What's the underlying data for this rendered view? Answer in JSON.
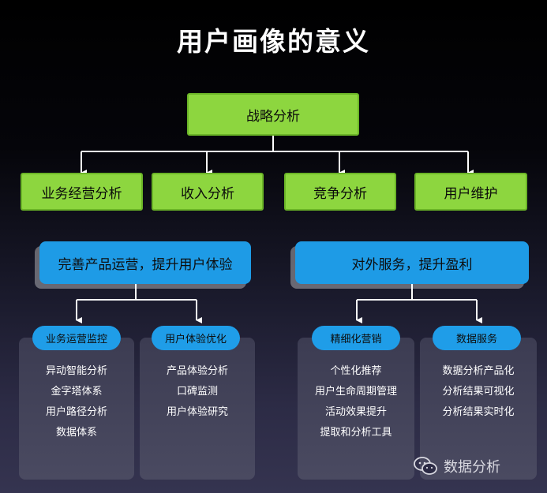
{
  "title": "用户画像的意义",
  "root": "战略分析",
  "branches": [
    "业务经营分析",
    "收入分析",
    "竞争分析",
    "用户维护"
  ],
  "goals": [
    {
      "label": "完善产品运营，提升用户体验",
      "groups": [
        {
          "label": "业务运营监控",
          "items": [
            "异动智能分析",
            "金字塔体系",
            "用户路径分析",
            "数据体系"
          ]
        },
        {
          "label": "用户体验优化",
          "items": [
            "产品体验分析",
            "口碑监测",
            "用户体验研究"
          ]
        }
      ]
    },
    {
      "label": "对外服务，提升盈利",
      "groups": [
        {
          "label": "精细化营销",
          "items": [
            "个性化推荐",
            "用户生命周期管理",
            "活动效果提升",
            "提取和分析工具"
          ]
        },
        {
          "label": "数据服务",
          "items": [
            "数据分析产品化",
            "分析结果可视化",
            "分析结果实时化"
          ]
        }
      ]
    }
  ],
  "watermark": "数据分析",
  "colors": {
    "green": "#8dd63f",
    "blue": "#1e9be6",
    "card": "#44445a"
  },
  "icons": {
    "watermark": "wechat-icon"
  }
}
